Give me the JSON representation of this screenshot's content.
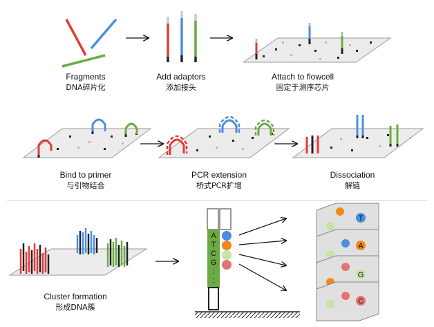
{
  "steps": [
    {
      "en": "Fragments",
      "zh": "DNA碎片化"
    },
    {
      "en": "Add adaptors",
      "zh": "添加接头"
    },
    {
      "en": "Attach to flowcell",
      "zh": "固定于测序芯片"
    },
    {
      "en": "Bind to primer",
      "zh": "与引物结合"
    },
    {
      "en": "PCR extension",
      "zh": "桥式PCR扩增"
    },
    {
      "en": "Dissociation",
      "zh": "解链"
    },
    {
      "en": "Cluster formation",
      "zh": "形成DNA簇"
    }
  ],
  "sequence": [
    "A",
    "T",
    "C",
    "G",
    ":",
    ":"
  ],
  "base_calls": [
    "T",
    "A",
    "G",
    "C"
  ],
  "colors": {
    "red": "#e53935",
    "blue": "#4a8fe0",
    "green": "#6aab44",
    "orange": "#f0891a",
    "light_green": "#c6e3a8",
    "flowcell": "#ececec",
    "flowcell_stroke": "#999999"
  }
}
